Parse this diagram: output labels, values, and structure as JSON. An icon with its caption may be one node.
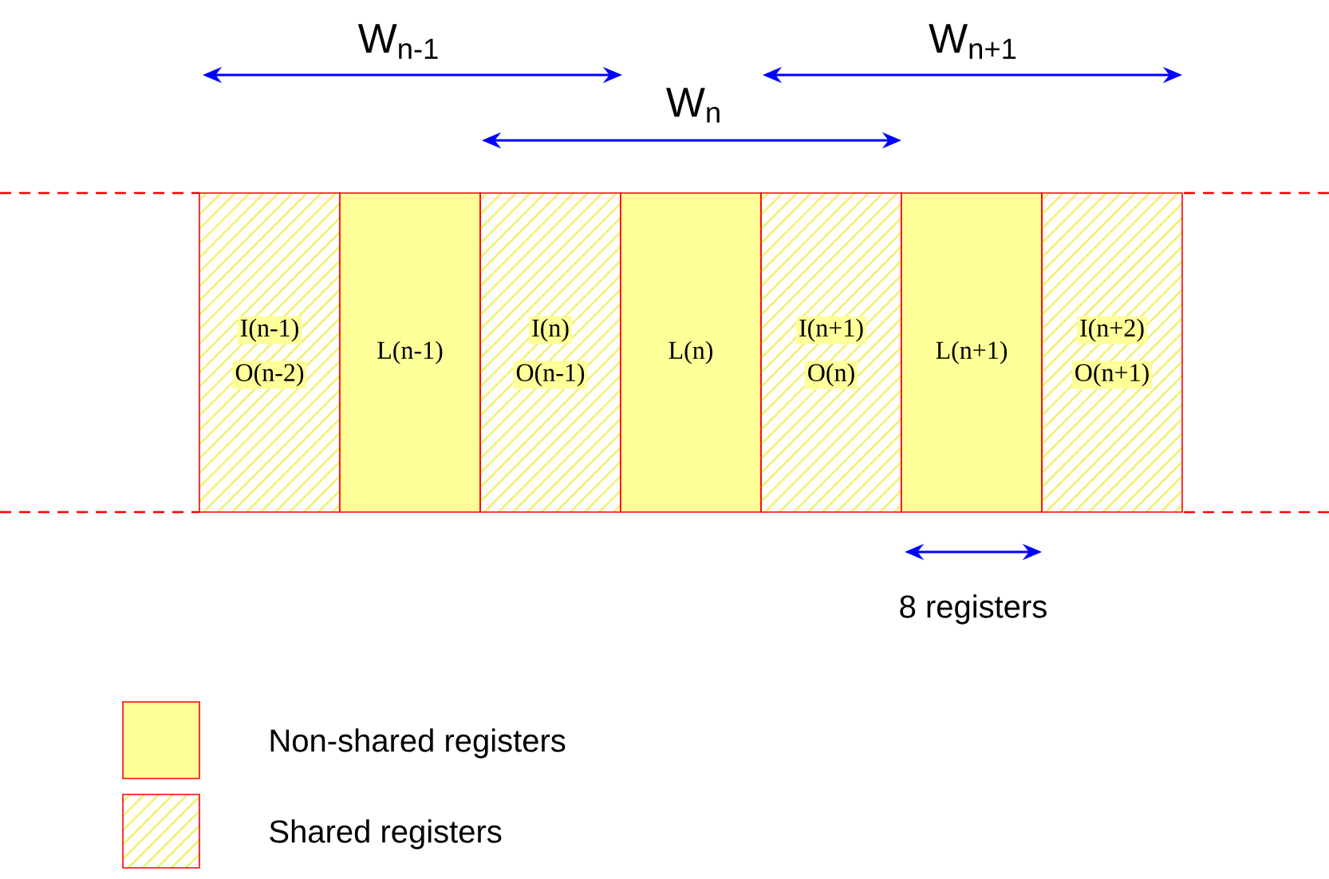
{
  "diagram": {
    "nodes": [
      {
        "text": [
          "I(n-1)",
          "O(n-2)"
        ]
      },
      {
        "text": [
          "L(n-1)"
        ]
      },
      {
        "text": [
          "I(n)",
          "O(n-1)"
        ]
      },
      {
        "text": [
          "L(n)"
        ]
      },
      {
        "text": [
          "I(n+1)",
          "O(n)"
        ]
      },
      {
        "text": [
          "L(n+1)"
        ]
      },
      {
        "text": [
          "I(n+2)",
          "O(n+1)"
        ]
      }
    ],
    "edges": [],
    "labels": [
      "W$_{n-1}$",
      "W$_{n+1}$",
      "W$_{n}$",
      "8 registers"
    ],
    "legend": [
      {
        "text": "Non-shared registers",
        "color": "#ffff99"
      },
      {
        "text": "Shared registers"
      }
    ]
  }
}
